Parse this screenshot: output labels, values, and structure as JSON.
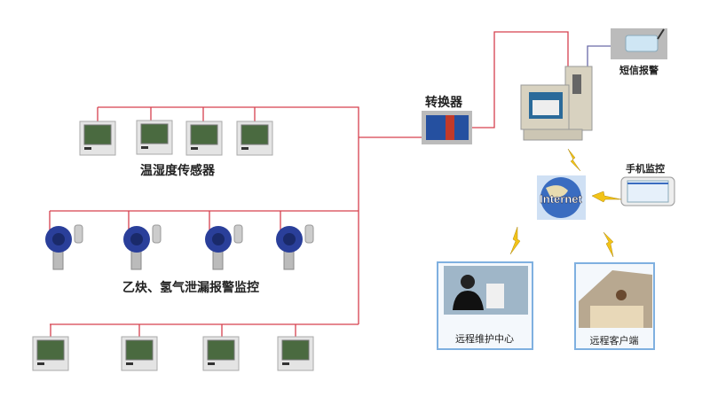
{
  "labels": {
    "temp_humidity_sensor": "温湿度传感器",
    "gas_leak_monitor": "乙炔、氢气泄漏报警监控",
    "converter": "转换器",
    "sms_alarm": "短信报警",
    "mobile_monitor": "手机监控",
    "internet": "Internet",
    "remote_maintenance_center": "远程维护中心",
    "remote_client": "远程客户端"
  },
  "colors": {
    "wire": "#d6404e",
    "sms_wire": "#6a6aa8",
    "bolt": "#f2c318",
    "detector": "#2a3f9a"
  }
}
